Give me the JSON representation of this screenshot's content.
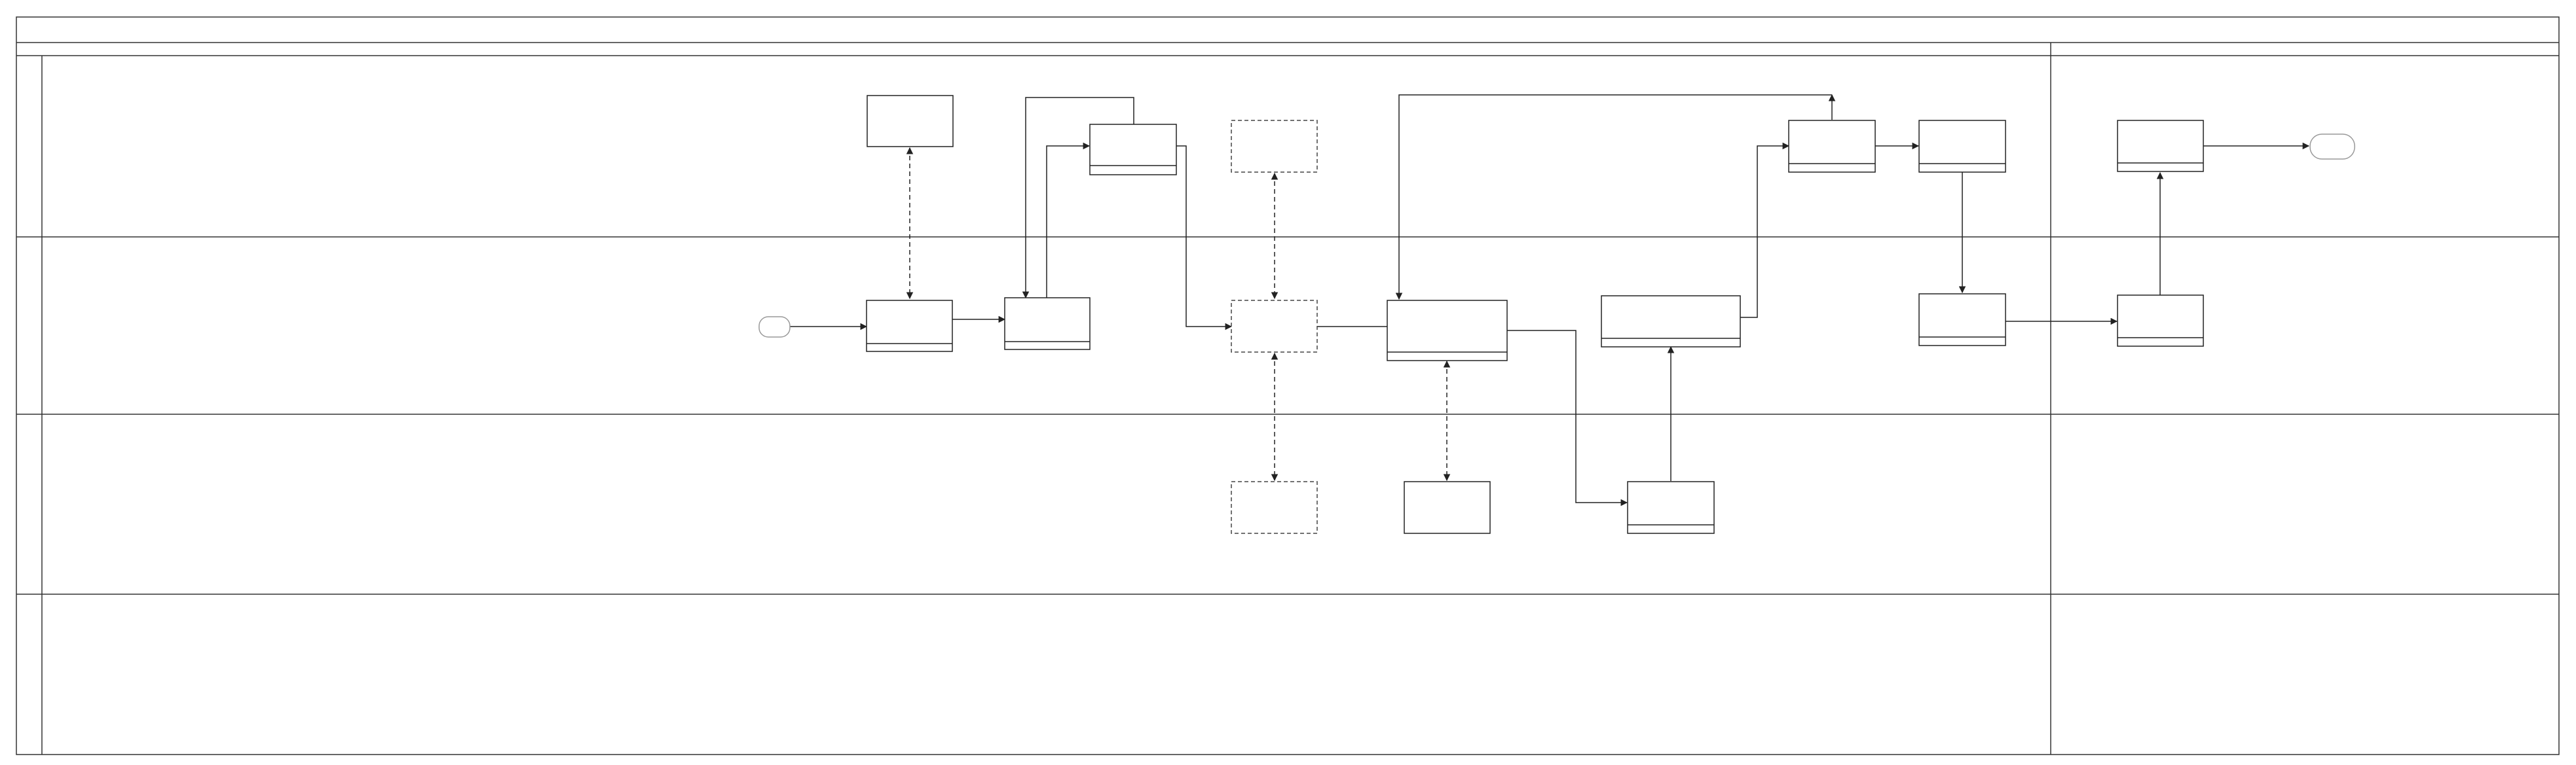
{
  "diagram": {
    "title": "",
    "lanes": [
      {
        "id": "lane-1",
        "label": ""
      },
      {
        "id": "lane-2",
        "label": ""
      },
      {
        "id": "lane-3",
        "label": ""
      },
      {
        "id": "lane-4",
        "label": ""
      }
    ],
    "phases": [
      {
        "id": "phase-main",
        "label": ""
      },
      {
        "id": "phase-final",
        "label": ""
      }
    ],
    "nodes": [
      {
        "id": "start-event",
        "kind": "terminator",
        "label": ""
      },
      {
        "id": "task-a",
        "kind": "task",
        "label": ""
      },
      {
        "id": "artifact-top-a",
        "kind": "artifact",
        "label": ""
      },
      {
        "id": "task-b",
        "kind": "task",
        "label": ""
      },
      {
        "id": "task-c",
        "kind": "task",
        "label": ""
      },
      {
        "id": "gateway-d",
        "kind": "dashed",
        "label": ""
      },
      {
        "id": "artifact-top-d",
        "kind": "dashed",
        "label": ""
      },
      {
        "id": "artifact-bottom-d",
        "kind": "dashed",
        "label": ""
      },
      {
        "id": "task-e",
        "kind": "task",
        "label": ""
      },
      {
        "id": "artifact-bottom-e",
        "kind": "artifact",
        "label": ""
      },
      {
        "id": "task-f",
        "kind": "task",
        "label": ""
      },
      {
        "id": "task-g",
        "kind": "task",
        "label": ""
      },
      {
        "id": "task-h",
        "kind": "task",
        "label": ""
      },
      {
        "id": "task-i",
        "kind": "task",
        "label": ""
      },
      {
        "id": "task-j",
        "kind": "task",
        "label": ""
      },
      {
        "id": "task-k",
        "kind": "task",
        "label": ""
      },
      {
        "id": "task-l",
        "kind": "task",
        "label": ""
      },
      {
        "id": "end-event",
        "kind": "terminator",
        "label": ""
      }
    ],
    "edges": [
      {
        "from": "start-event",
        "to": "task-a",
        "style": "solid"
      },
      {
        "from": "task-a",
        "to": "task-b",
        "style": "solid"
      },
      {
        "from": "task-b",
        "to": "task-c",
        "style": "solid"
      },
      {
        "from": "task-c",
        "to": "task-b",
        "style": "solid"
      },
      {
        "from": "task-c",
        "to": "gateway-d",
        "style": "solid"
      },
      {
        "from": "gateway-d",
        "to": "task-e",
        "style": "solid"
      },
      {
        "from": "task-e",
        "to": "task-g",
        "style": "solid"
      },
      {
        "from": "task-g",
        "to": "task-f",
        "style": "solid"
      },
      {
        "from": "task-f",
        "to": "task-h",
        "style": "solid"
      },
      {
        "from": "task-h",
        "to": "task-e",
        "style": "solid"
      },
      {
        "from": "task-h",
        "to": "task-i",
        "style": "solid"
      },
      {
        "from": "task-i",
        "to": "task-j",
        "style": "solid"
      },
      {
        "from": "task-j",
        "to": "task-k",
        "style": "solid"
      },
      {
        "from": "task-k",
        "to": "task-l",
        "style": "solid"
      },
      {
        "from": "task-l",
        "to": "end-event",
        "style": "solid"
      },
      {
        "from": "artifact-top-a",
        "to": "task-a",
        "style": "dashed"
      },
      {
        "from": "artifact-top-d",
        "to": "gateway-d",
        "style": "dashed"
      },
      {
        "from": "gateway-d",
        "to": "artifact-bottom-d",
        "style": "dashed"
      },
      {
        "from": "task-e",
        "to": "artifact-bottom-e",
        "style": "dashed"
      }
    ]
  }
}
